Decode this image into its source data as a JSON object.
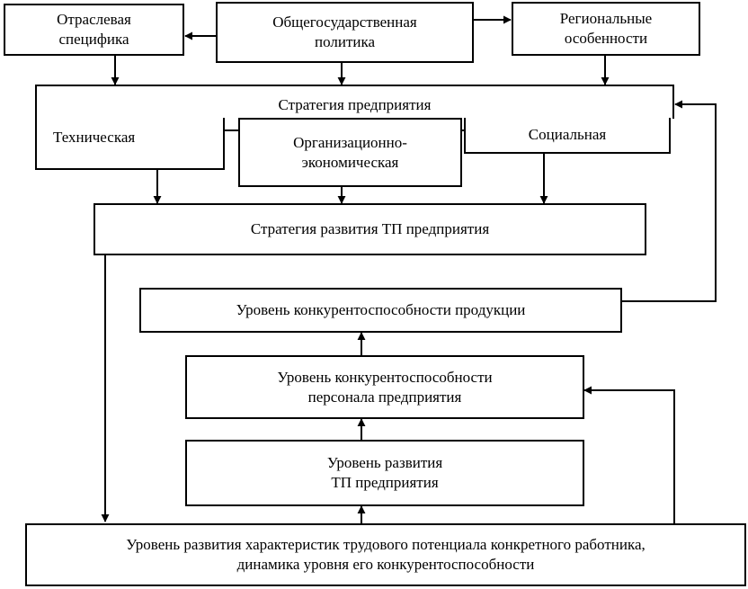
{
  "top": {
    "industry": "Отраслевая\nспецифика",
    "state_policy": "Общегосударственная\nполитика",
    "regional": "Региональные\nособенности"
  },
  "strategy": {
    "title": "Стратегия предприятия",
    "technical": "Техническая",
    "org_economic": "Организационно-\nэкономическая",
    "social": "Социальная"
  },
  "lp_strategy": "Стратегия развития ТП предприятия",
  "levels": {
    "product_competitiveness": "Уровень конкурентоспособности продукции",
    "personnel_competitiveness": "Уровень конкурентоспособности\nперсонала предприятия",
    "lp_development": "Уровень развития\nТП предприятия",
    "worker_characteristics": "Уровень развития характеристик трудового потенциала конкретного работника,\nдинамика уровня его конкурентоспособности"
  }
}
